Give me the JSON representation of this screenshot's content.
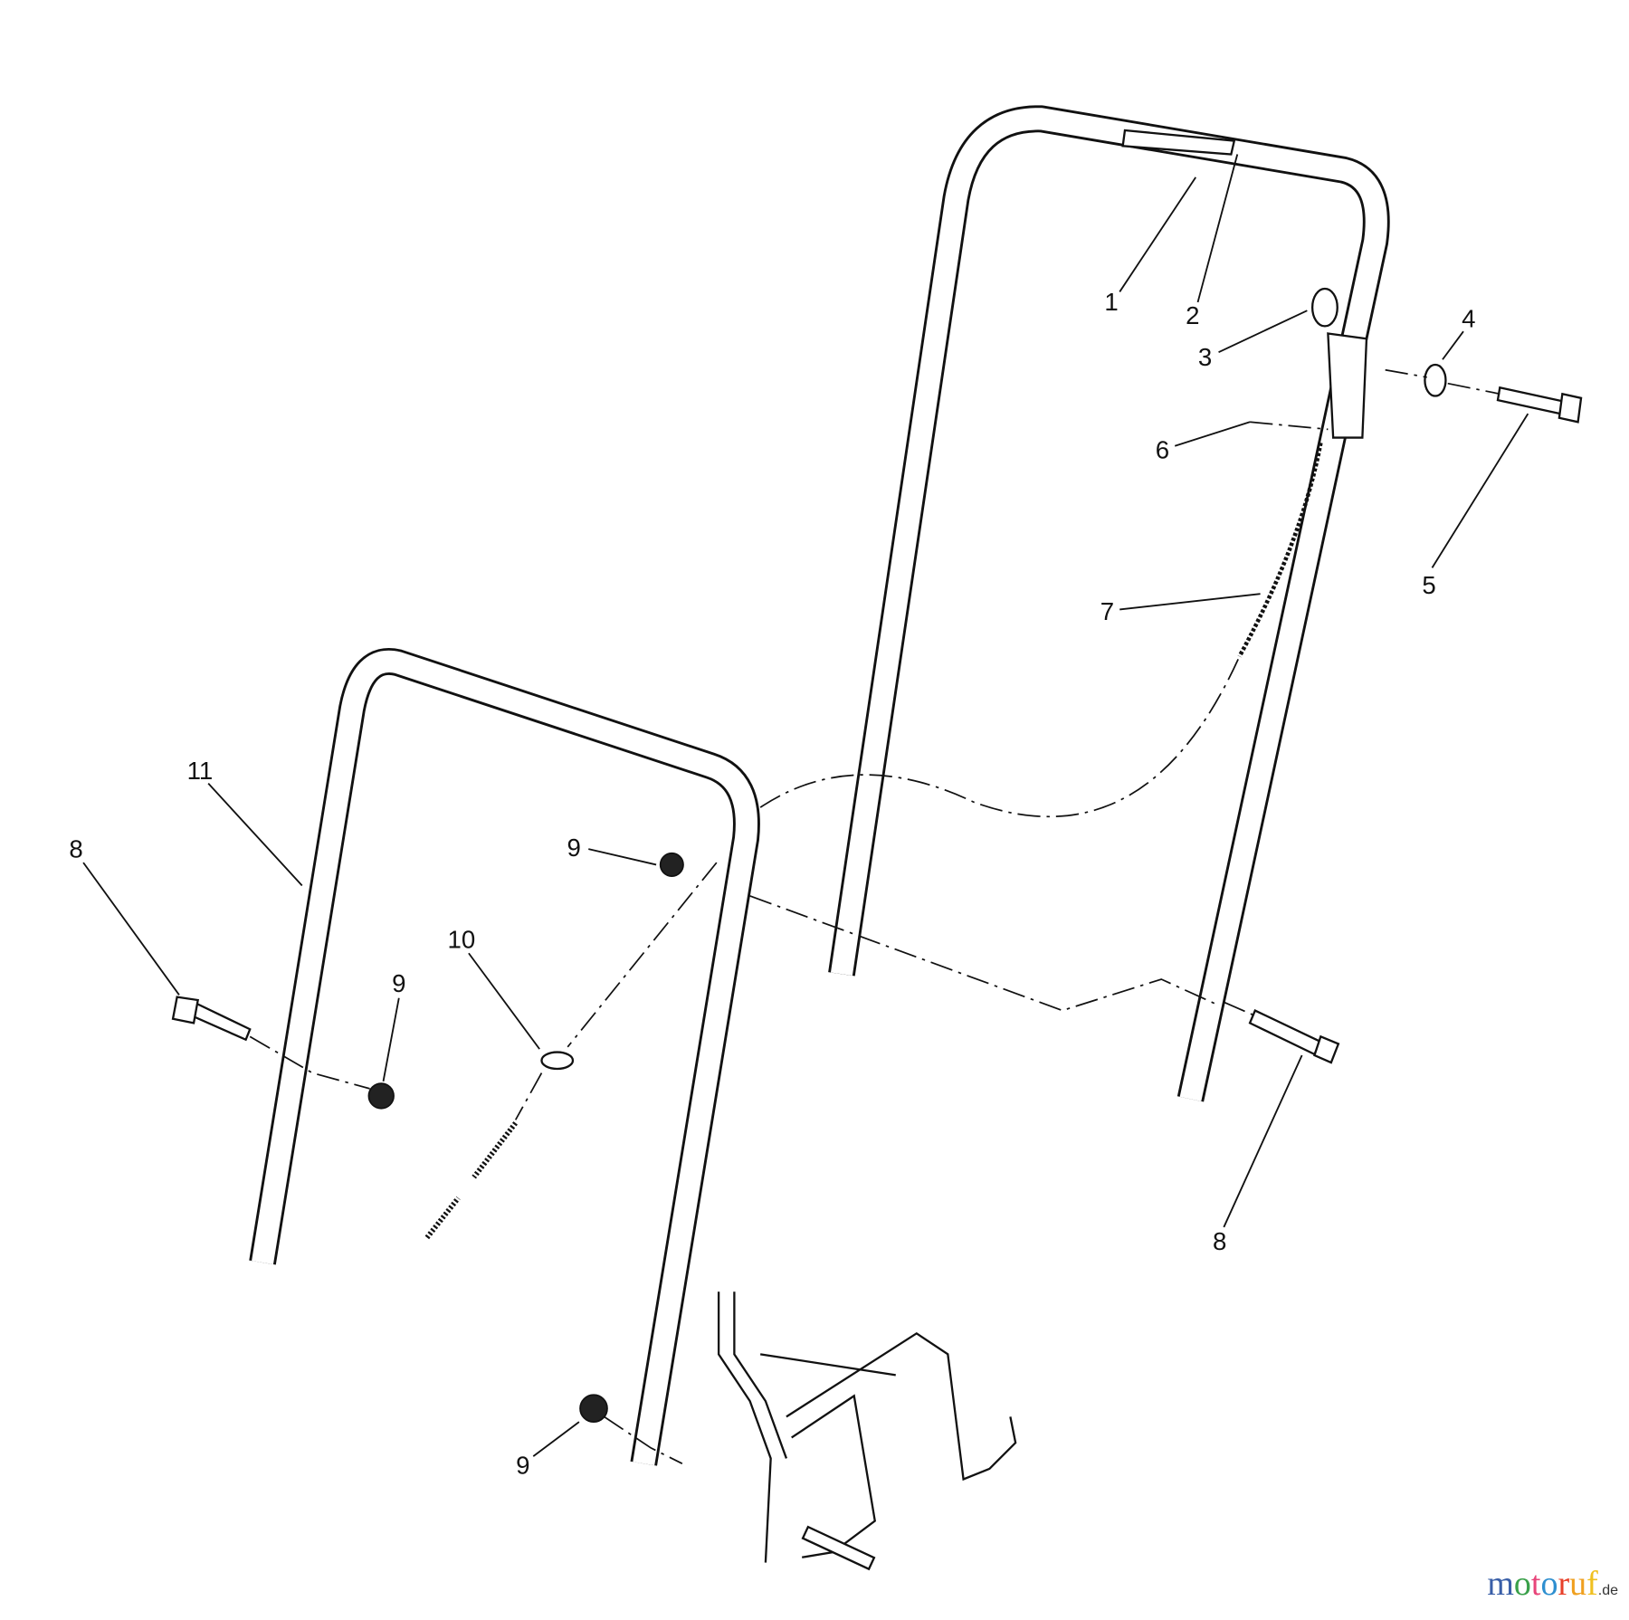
{
  "diagram": {
    "type": "exploded parts diagram",
    "callouts": [
      {
        "label": "1"
      },
      {
        "label": "2"
      },
      {
        "label": "3"
      },
      {
        "label": "4"
      },
      {
        "label": "5"
      },
      {
        "label": "6"
      },
      {
        "label": "7"
      },
      {
        "label": "8"
      },
      {
        "label": "9"
      },
      {
        "label": "10"
      },
      {
        "label": "11"
      }
    ],
    "extra_callouts": {
      "8b": "8",
      "9b": "9",
      "9c": "9"
    }
  },
  "watermark": {
    "text": "motoruf",
    "suffix": ".de",
    "colors": [
      "#3a5fa8",
      "#3aa04a",
      "#e8457a",
      "#2e8fd0",
      "#e8402a",
      "#f0a020",
      "#f0c020"
    ]
  }
}
